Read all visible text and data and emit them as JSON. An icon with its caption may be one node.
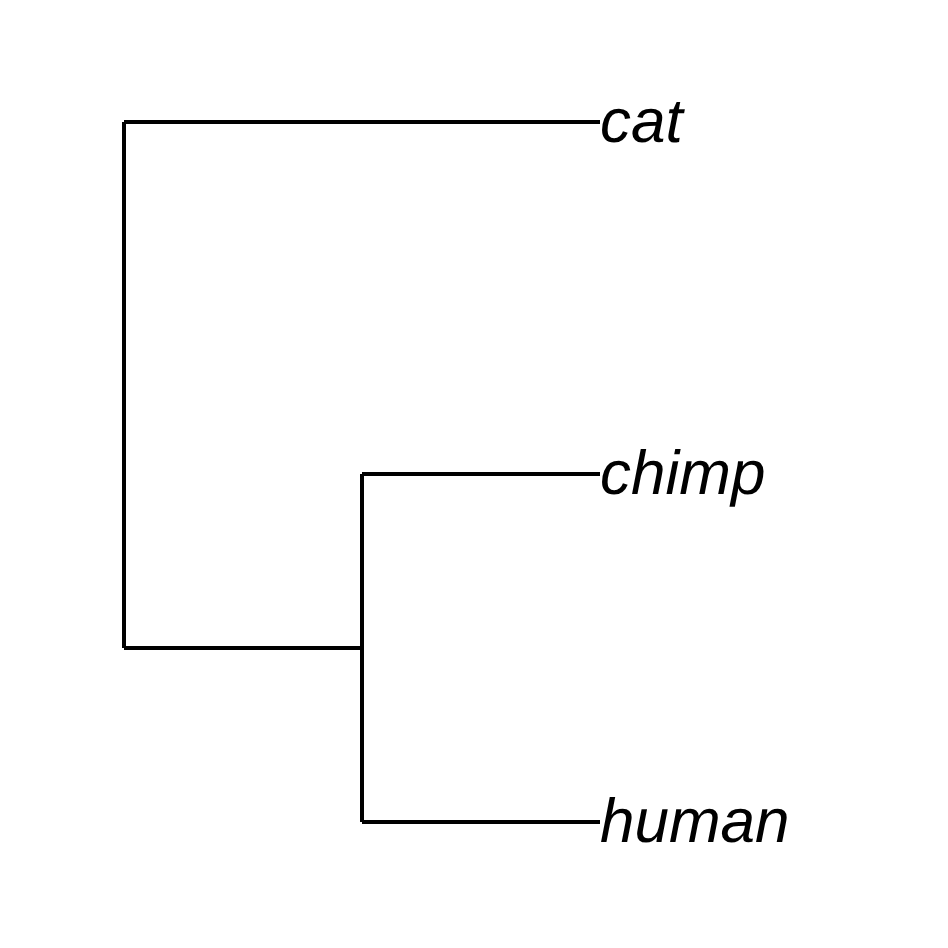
{
  "diagram": {
    "nodes": [
      {
        "text": [
          "cat"
        ]
      },
      {
        "text": [
          "chimp"
        ]
      },
      {
        "text": [
          "human"
        ]
      }
    ],
    "edges": [
      {
        "from": null,
        "to": 0,
        "arrow": "none"
      },
      {
        "from": null,
        "to": 1,
        "arrow": "none"
      },
      {
        "from": null,
        "to": 2,
        "arrow": "none"
      }
    ]
  }
}
